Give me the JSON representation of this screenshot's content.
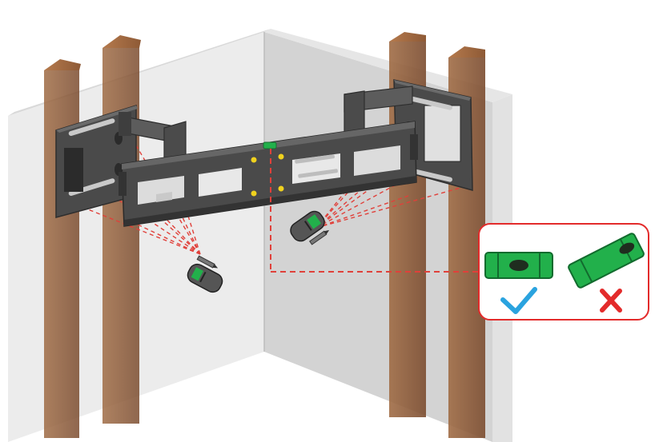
{
  "scene": {
    "subject": "corner-wall-tv-mount-installation",
    "icons": {
      "level_ok": "level-icon",
      "level_bad": "tilted-level-icon",
      "check": "checkmark-icon",
      "cross": "cross-icon",
      "stud_finder": "stud-finder-icon",
      "pencil": "pencil-icon"
    }
  },
  "callout": {
    "level_check": {
      "bubble_centered": true,
      "status": "correct"
    },
    "level_tilted": {
      "bubble_centered": false,
      "status": "incorrect"
    }
  },
  "colors": {
    "wall_light": "#ececec",
    "wall_shadow": "#c8c8c8",
    "stud": "#8a5a3b",
    "mount": "#4a4a4a",
    "level_green": "#22b04b",
    "check_blue": "#2aa3df",
    "cross_red": "#e32b2b",
    "laser_line": "#e0403a"
  }
}
